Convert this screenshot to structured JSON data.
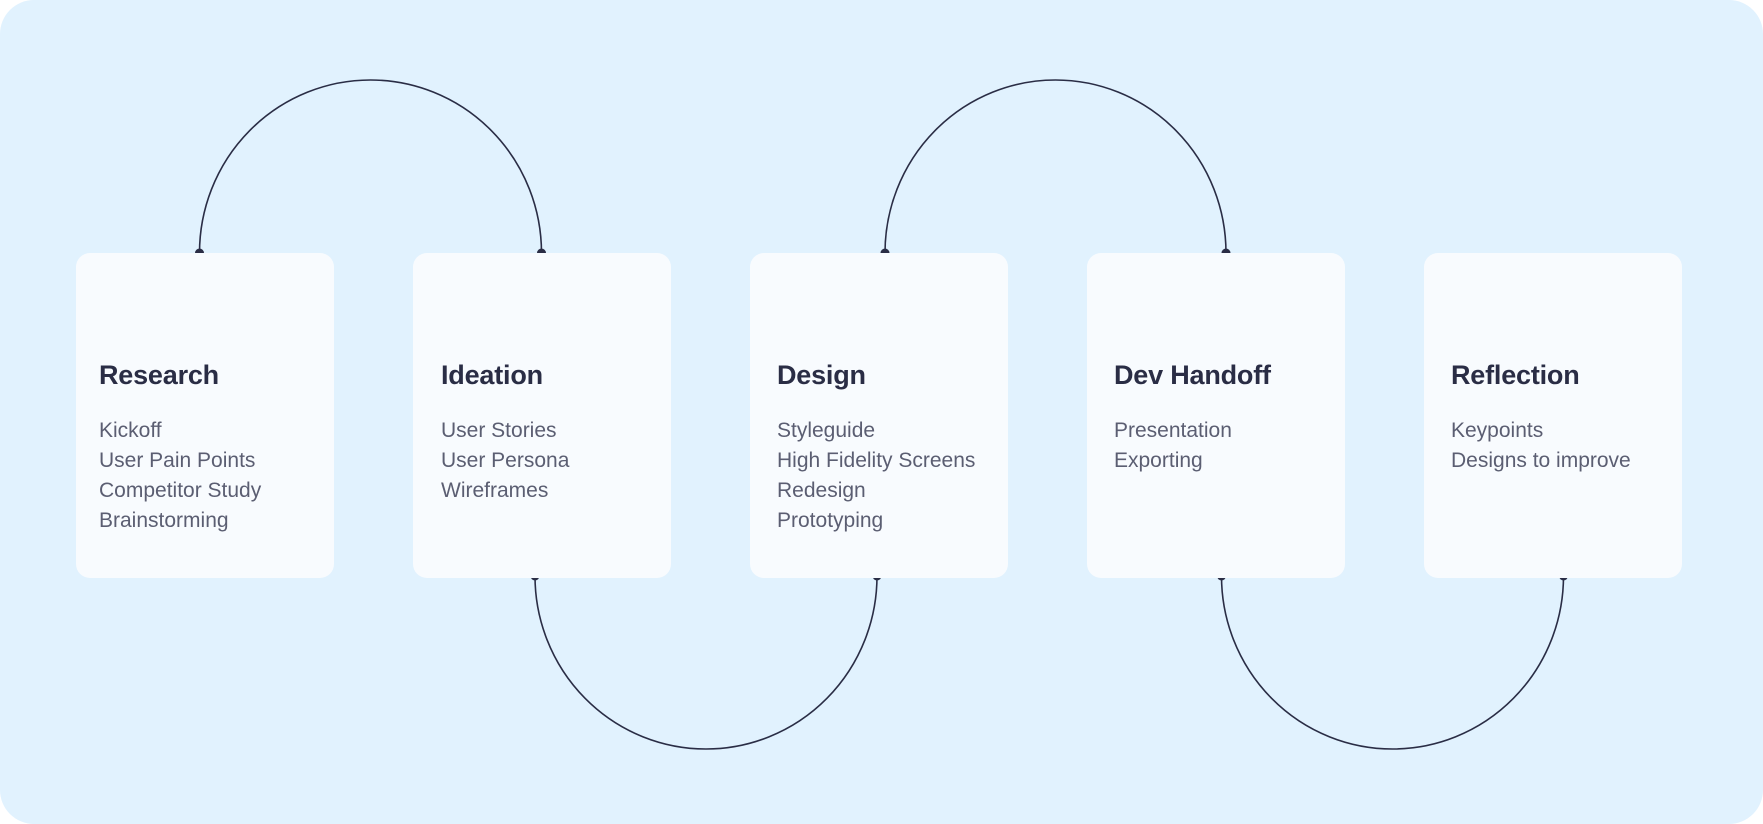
{
  "stages": [
    {
      "title": "Research",
      "items": [
        "Kickoff",
        "User Pain Points",
        "Competitor Study",
        "Brainstorming"
      ]
    },
    {
      "title": "Ideation",
      "items": [
        "User Stories",
        "User Persona",
        "Wireframes"
      ]
    },
    {
      "title": "Design",
      "items": [
        "Styleguide",
        "High Fidelity Screens",
        "Redesign",
        "Prototyping"
      ]
    },
    {
      "title": "Dev Handoff",
      "items": [
        "Presentation",
        "Exporting"
      ]
    },
    {
      "title": "Reflection",
      "items": [
        "Keypoints",
        "Designs to improve"
      ]
    }
  ],
  "colors": {
    "background": "#e1f2fe",
    "card": "#f8fbfe",
    "connector": "#2a2d45",
    "title": "#2a2d45",
    "item": "#5b5e72"
  }
}
